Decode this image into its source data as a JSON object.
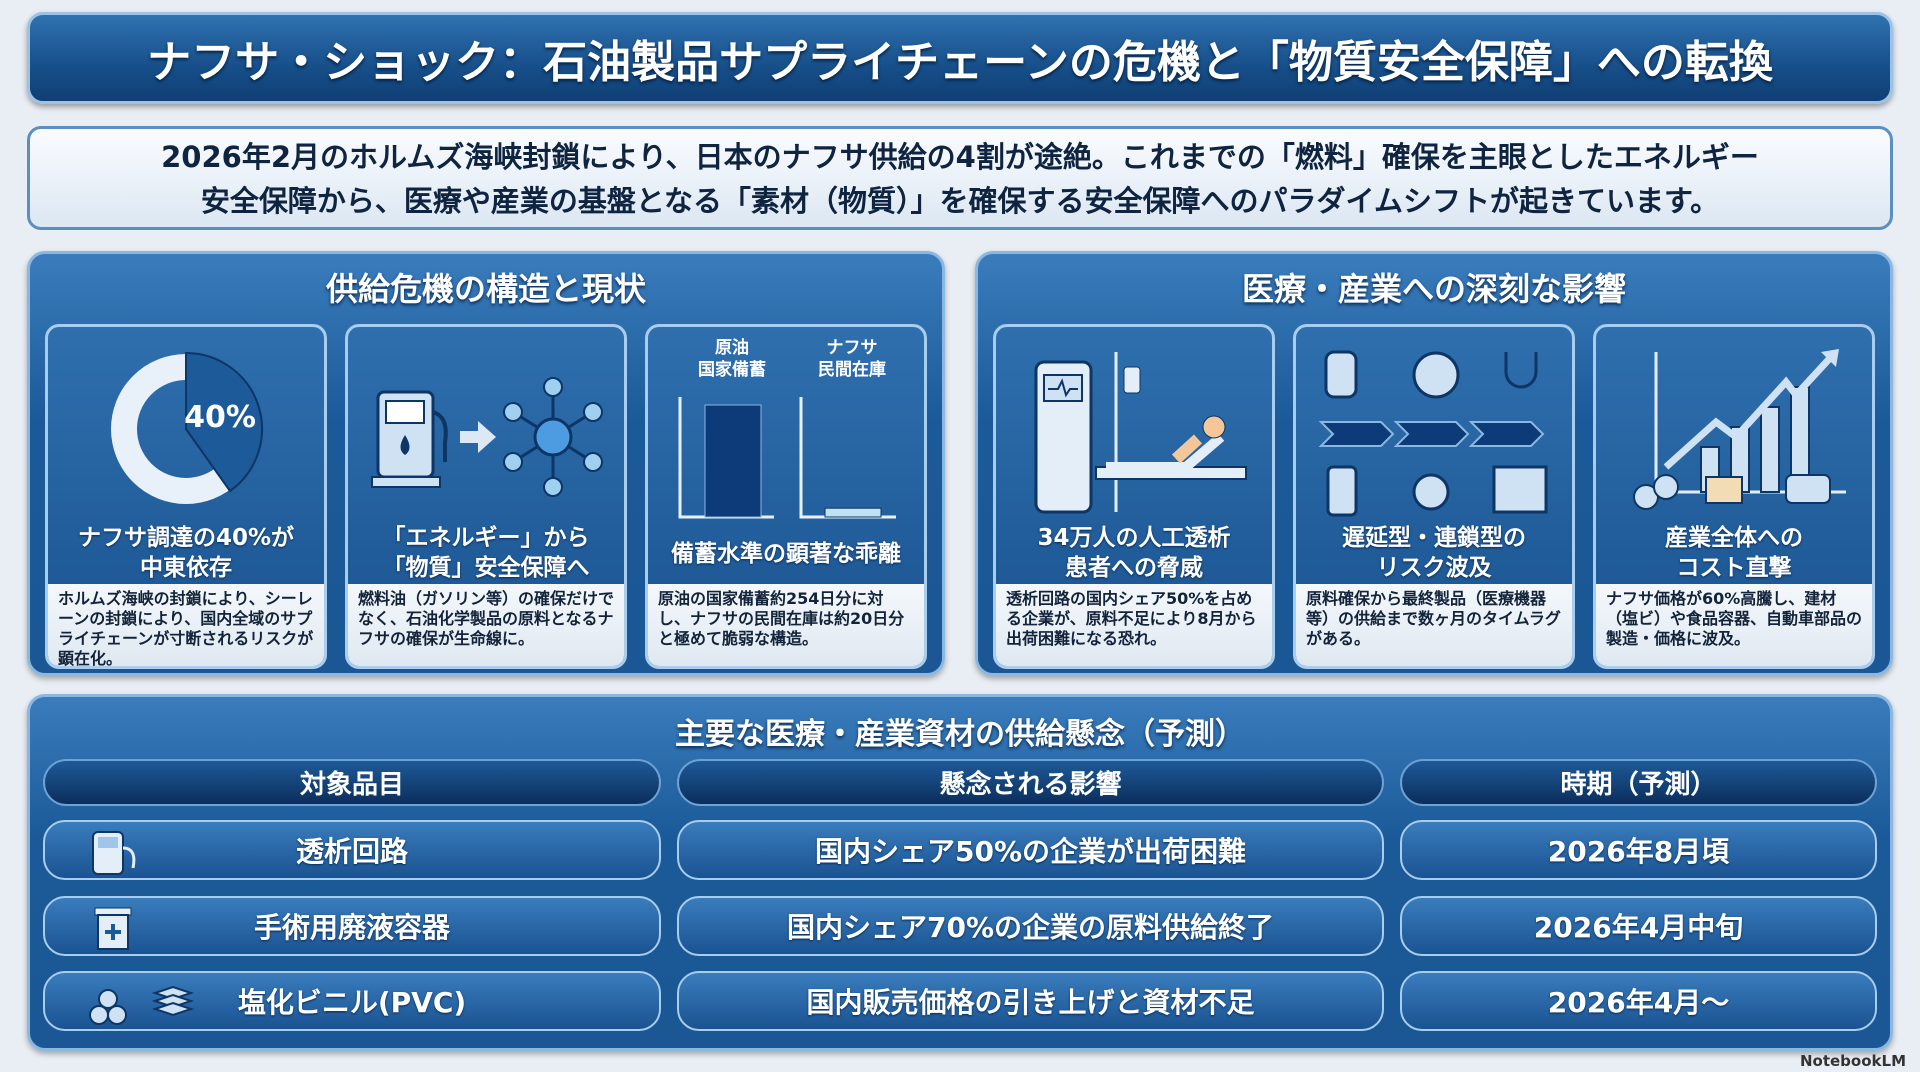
{
  "title": "ナフサ・ショック：石油製品サプライチェーンの危機と「物質安全保障」への転換",
  "intro": {
    "line1": "2026年2月のホルムズ海峡封鎖により、日本のナフサ供給の4割が途絶。これまでの「燃料」確保を主眼としたエネルギー",
    "line2": "安全保障から、医療や産業の基盤となる「素材（物質）」を確保する安全保障へのパラダイムシフトが起きています。"
  },
  "left_panel": {
    "title": "供給危機の構造と現状",
    "cards": [
      {
        "title1": "ナフサ調達の40%が",
        "title2": "中東依存",
        "desc": "ホルムズ海峡の封鎖により、シーレーンの封鎖により、国内全域のサプライチェーンが寸断されるリスクが顕在化。",
        "chart_label": "40%",
        "share": 0.4
      },
      {
        "title1": "「エネルギー」から",
        "title2": "「物質」安全保障へ",
        "desc": "燃料油（ガソリン等）の確保だけでなく、石油化学製品の原料となるナフサの確保が生命線に。"
      },
      {
        "title1": "備蓄水準の顕著な乖離",
        "desc": "原油の国家備蓄約254日分に対し、ナフサの民間在庫は約20日分と極めて脆弱な構造。",
        "bar1_label1": "原油",
        "bar1_label2": "国家備蓄",
        "bar2_label1": "ナフサ",
        "bar2_label2": "民間在庫",
        "bar1_days": 254,
        "bar2_days": 20
      }
    ]
  },
  "right_panel": {
    "title": "医療・産業への深刻な影響",
    "cards": [
      {
        "title1": "34万人の人工透析",
        "title2": "患者への脅威",
        "desc": "透析回路の国内シェア50%を占める企業が、原料不足により8月から出荷困難になる恐れ。"
      },
      {
        "title1": "遅延型・連鎖型の",
        "title2": "リスク波及",
        "desc": "原料確保から最終製品（医療機器等）の供給まで数ヶ月のタイムラグがある。"
      },
      {
        "title1": "産業全体への",
        "title2": "コスト直撃",
        "desc": "ナフサ価格が60%高騰し、建材（塩ビ）や食品容器、自動車部品の製造・価格に波及。"
      }
    ]
  },
  "table": {
    "title": "主要な医療・産業資材の供給懸念（予測）",
    "headers": [
      "対象品目",
      "懸念される影響",
      "時期（予測）"
    ],
    "rows": [
      {
        "item": "透析回路",
        "impact": "国内シェア50%の企業が出荷困難",
        "timing": "2026年8月頃",
        "icon": "dialysis-machine-icon"
      },
      {
        "item": "手術用廃液容器",
        "impact": "国内シェア70%の企業の原料供給終了",
        "timing": "2026年4月中旬",
        "icon": "medical-container-icon"
      },
      {
        "item": "塩化ビニル(PVC)",
        "impact": "国内販売価格の引き上げと資材不足",
        "timing": "2026年4月〜",
        "icon": "pipes-icon"
      }
    ]
  },
  "watermark": "NotebookLM",
  "colors": {
    "primary": "#1b5a98",
    "dark": "#0b2e5c",
    "light": "#a9cdee"
  }
}
